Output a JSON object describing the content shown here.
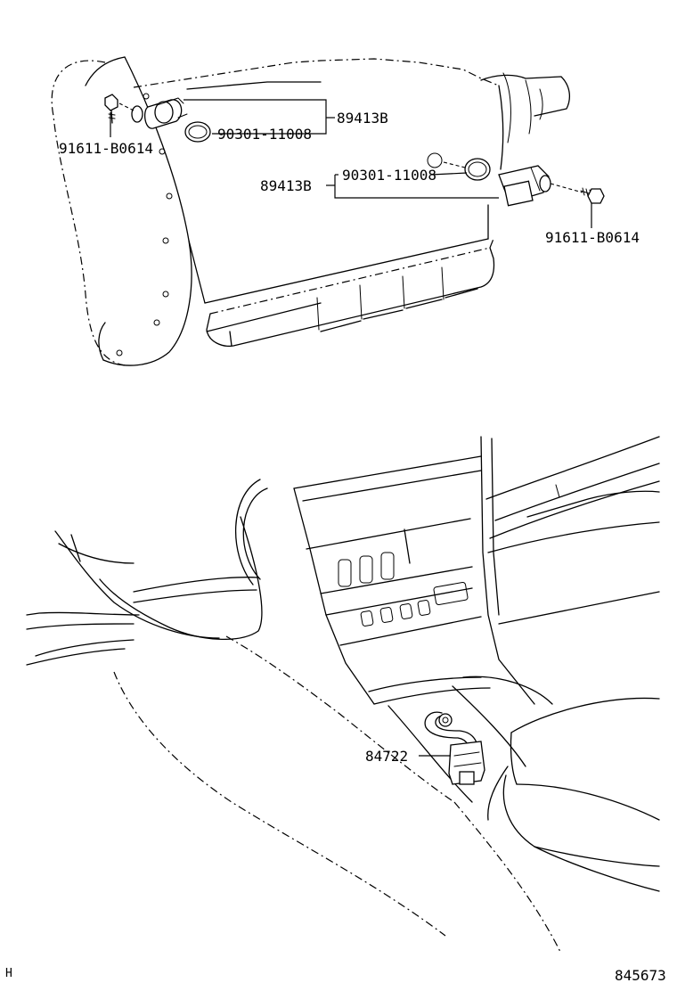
{
  "callouts": {
    "bolt_left": "91611-B0614",
    "sensor_left": "89413B",
    "oring_left": "90301-11008",
    "sensor_right": "89413B",
    "oring_right": "90301-11008",
    "bolt_right": "91611-B0614",
    "switch": "84722"
  },
  "footer": {
    "corner_mark": "H",
    "figure_number": "845673"
  }
}
